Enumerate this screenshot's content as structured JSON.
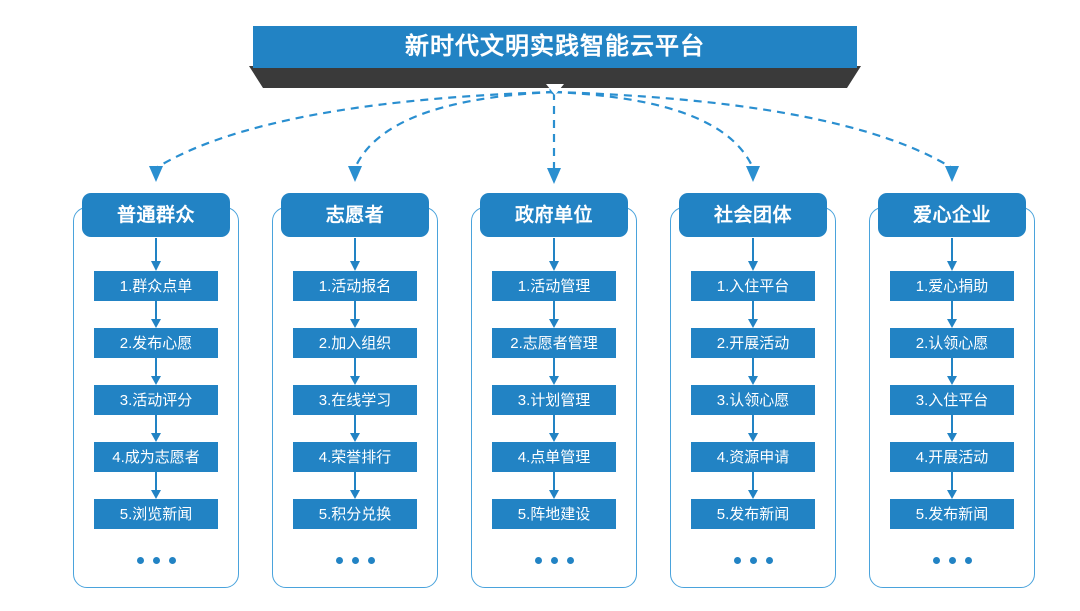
{
  "title": {
    "text": "新时代文明实践智能云平台",
    "bar_color": "#2283c4",
    "shadow_color": "#3a3a3a",
    "caret_icon": "down-caret-icon"
  },
  "theme": {
    "primary": "#2283c4",
    "border": "#4aa3dc",
    "link": "#2a8fd0",
    "text_on_primary": "#ffffff",
    "background": "#ffffff"
  },
  "ellipsis": "...",
  "columns": [
    {
      "header": "普通群众",
      "items": [
        "1.群众点单",
        "2.发布心愿",
        "3.活动评分",
        "4.成为志愿者",
        "5.浏览新闻"
      ]
    },
    {
      "header": "志愿者",
      "items": [
        "1.活动报名",
        "2.加入组织",
        "3.在线学习",
        "4.荣誉排行",
        "5.积分兑换"
      ]
    },
    {
      "header": "政府单位",
      "items": [
        "1.活动管理",
        "2.志愿者管理",
        "3.计划管理",
        "4.点单管理",
        "5.阵地建设"
      ]
    },
    {
      "header": "社会团体",
      "items": [
        "1.入住平台",
        "2.开展活动",
        "3.认领心愿",
        "4.资源申请",
        "5.发布新闻"
      ]
    },
    {
      "header": "爱心企业",
      "items": [
        "1.爱心捐助",
        "2.认领心愿",
        "3.入住平台",
        "4.开展活动",
        "5.发布新闻"
      ]
    }
  ]
}
